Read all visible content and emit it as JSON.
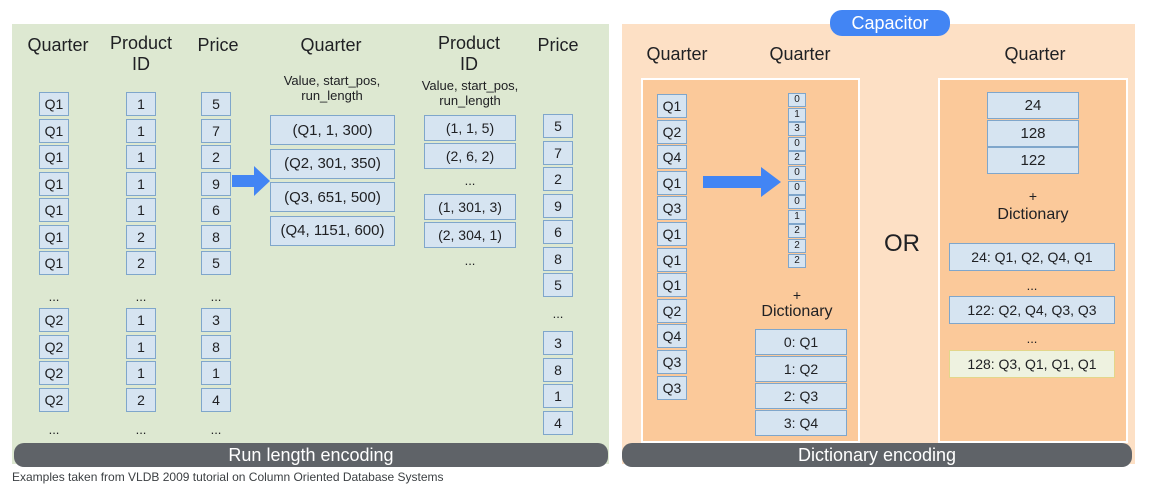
{
  "rle": {
    "headers": {
      "quarter": "Quarter",
      "product_id": "Product ID",
      "price": "Price",
      "quarter2": "Quarter",
      "product_id2": "Product ID",
      "price2": "Price"
    },
    "subheader1": "Value, start_pos, run_length",
    "subheader2": "Value, start_pos, run_length",
    "col_quarter_top": [
      "Q1",
      "Q1",
      "Q1",
      "Q1",
      "Q1",
      "Q1",
      "Q1"
    ],
    "col_quarter_bottom": [
      "Q2",
      "Q2",
      "Q2",
      "Q2"
    ],
    "col_product_top": [
      "1",
      "1",
      "1",
      "1",
      "1",
      "2",
      "2"
    ],
    "col_product_bottom": [
      "1",
      "1",
      "1",
      "2"
    ],
    "col_price_top": [
      "5",
      "7",
      "2",
      "9",
      "6",
      "8",
      "5"
    ],
    "col_price_bottom": [
      "3",
      "8",
      "1",
      "4"
    ],
    "ellipsis": "...",
    "quarter_runs": [
      "(Q1, 1, 300)",
      "(Q2, 301, 350)",
      "(Q3, 651, 500)",
      "(Q4, 1151, 600)"
    ],
    "product_runs_top": [
      "(1, 1, 5)",
      "(2, 6, 2)"
    ],
    "product_runs_bottom": [
      "(1, 301, 3)",
      "(2, 304, 1)"
    ],
    "price_out_top": [
      "5",
      "7",
      "2",
      "9",
      "6",
      "8",
      "5"
    ],
    "price_out_bottom": [
      "3",
      "8",
      "1",
      "4"
    ],
    "footer": "Run length encoding"
  },
  "dict": {
    "badge": "Capacitor",
    "headers": {
      "quarter": "Quarter",
      "quarter2": "Quarter",
      "quarter3": "Quarter"
    },
    "col_quarter": [
      "Q1",
      "Q2",
      "Q4",
      "Q1",
      "Q3",
      "Q1",
      "Q1",
      "Q1",
      "Q2",
      "Q4",
      "Q3",
      "Q3"
    ],
    "codes": [
      "0",
      "1",
      "3",
      "0",
      "2",
      "0",
      "0",
      "0",
      "1",
      "2",
      "2",
      "2"
    ],
    "plus": "+",
    "dictionary_label": "Dictionary",
    "dictionary": [
      "0: Q1",
      "1: Q2",
      "2: Q3",
      "3: Q4"
    ],
    "or_label": "OR",
    "pattern_codes": [
      "24",
      "128",
      "122"
    ],
    "plus2": "+",
    "dictionary_label2": "Dictionary",
    "pattern_dict": [
      "24: Q1, Q2, Q4, Q1",
      "122: Q2, Q4, Q3, Q3",
      "128: Q3, Q1, Q1, Q1"
    ],
    "ellipsis": "...",
    "footer": "Dictionary encoding"
  },
  "caption": "Examples taken from VLDB 2009 tutorial on Column Oriented Database Systems",
  "colors": {
    "green_panel": "#dde8d1",
    "orange_panel": "#fde0c5",
    "orange_inner": "#fbc99a",
    "cell": "#d6e4f1",
    "arrow": "#4285f4",
    "bar": "#5f6368"
  }
}
